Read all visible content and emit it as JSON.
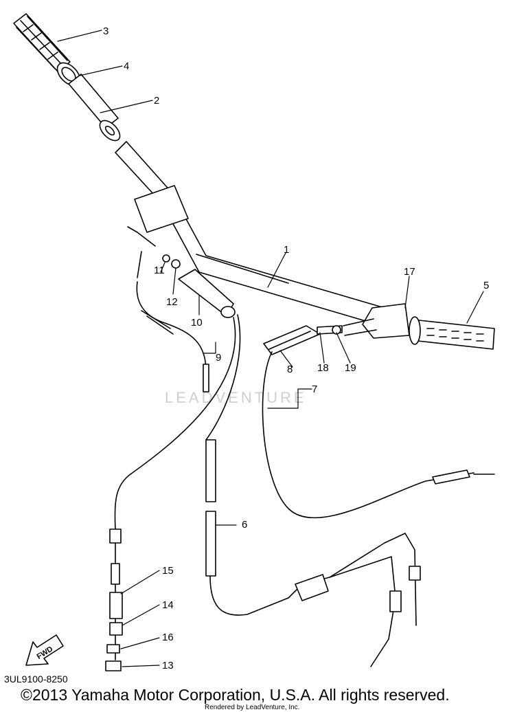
{
  "watermark": "LEADVENTURE",
  "diagram_code": "3UL9100-8250",
  "copyright": "©2013 Yamaha Motor Corporation, U.S.A. All rights reserved.",
  "rendered_by": "Rendered by LeadVenture, Inc.",
  "fwd_label": "FWD",
  "callouts": {
    "c1": "1",
    "c2": "2",
    "c3": "3",
    "c4": "4",
    "c5": "5",
    "c6": "6",
    "c7": "7",
    "c8": "8",
    "c9": "9",
    "c10": "10",
    "c11": "11",
    "c12": "12",
    "c13": "13",
    "c14": "14",
    "c15": "15",
    "c16": "16",
    "c17": "17",
    "c18": "18",
    "c19": "19"
  }
}
